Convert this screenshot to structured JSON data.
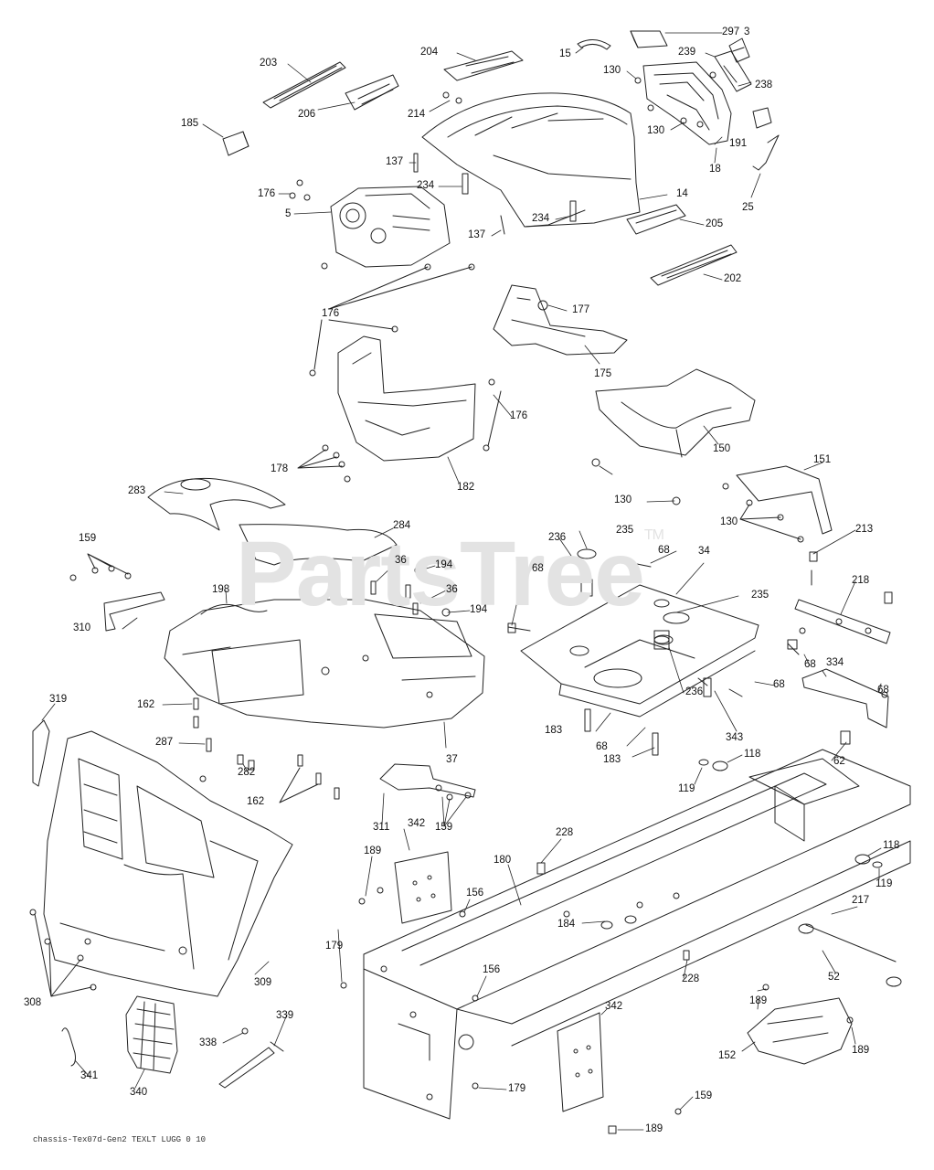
{
  "watermark": {
    "text": "PartsTree",
    "trademark": "TM"
  },
  "footer": {
    "code": "chassis-Tex07d-Gen2 TEXLT LUGG 0 10"
  },
  "callouts": [
    {
      "id": "l-297",
      "text": "297"
    },
    {
      "id": "l-3",
      "text": "3"
    },
    {
      "id": "l-15",
      "text": "15"
    },
    {
      "id": "l-204",
      "text": "204"
    },
    {
      "id": "l-203",
      "text": "203"
    },
    {
      "id": "l-239",
      "text": "239"
    },
    {
      "id": "l-130a",
      "text": "130"
    },
    {
      "id": "l-238",
      "text": "238"
    },
    {
      "id": "l-206",
      "text": "206"
    },
    {
      "id": "l-214",
      "text": "214"
    },
    {
      "id": "l-185",
      "text": "185"
    },
    {
      "id": "l-130b",
      "text": "130"
    },
    {
      "id": "l-191",
      "text": "191"
    },
    {
      "id": "l-18",
      "text": "18"
    },
    {
      "id": "l-137a",
      "text": "137"
    },
    {
      "id": "l-176a",
      "text": "176"
    },
    {
      "id": "l-234a",
      "text": "234"
    },
    {
      "id": "l-14",
      "text": "14"
    },
    {
      "id": "l-25",
      "text": "25"
    },
    {
      "id": "l-5",
      "text": "5"
    },
    {
      "id": "l-137b",
      "text": "137"
    },
    {
      "id": "l-234b",
      "text": "234"
    },
    {
      "id": "l-205",
      "text": "205"
    },
    {
      "id": "l-202",
      "text": "202"
    },
    {
      "id": "l-177",
      "text": "177"
    },
    {
      "id": "l-176b",
      "text": "176"
    },
    {
      "id": "l-175",
      "text": "175"
    },
    {
      "id": "l-176c",
      "text": "176"
    },
    {
      "id": "l-150",
      "text": "150"
    },
    {
      "id": "l-151",
      "text": "151"
    },
    {
      "id": "l-178",
      "text": "178"
    },
    {
      "id": "l-182",
      "text": "182"
    },
    {
      "id": "l-130c",
      "text": "130"
    },
    {
      "id": "l-130d",
      "text": "130"
    },
    {
      "id": "l-283",
      "text": "283"
    },
    {
      "id": "l-284",
      "text": "284"
    },
    {
      "id": "l-235a",
      "text": "235"
    },
    {
      "id": "l-213",
      "text": "213"
    },
    {
      "id": "l-159a",
      "text": "159"
    },
    {
      "id": "l-236a",
      "text": "236"
    },
    {
      "id": "l-68a",
      "text": "68"
    },
    {
      "id": "l-34",
      "text": "34"
    },
    {
      "id": "l-36a",
      "text": "36"
    },
    {
      "id": "l-194a",
      "text": "194"
    },
    {
      "id": "l-218",
      "text": "218"
    },
    {
      "id": "l-198",
      "text": "198"
    },
    {
      "id": "l-68b",
      "text": "68"
    },
    {
      "id": "l-36b",
      "text": "36"
    },
    {
      "id": "l-235b",
      "text": "235"
    },
    {
      "id": "l-194b",
      "text": "194"
    },
    {
      "id": "l-310",
      "text": "310"
    },
    {
      "id": "l-68c",
      "text": "68"
    },
    {
      "id": "l-334",
      "text": "334"
    },
    {
      "id": "l-68d",
      "text": "68"
    },
    {
      "id": "l-68e",
      "text": "68"
    },
    {
      "id": "l-319",
      "text": "319"
    },
    {
      "id": "l-162a",
      "text": "162"
    },
    {
      "id": "l-236b",
      "text": "236"
    },
    {
      "id": "l-183a",
      "text": "183"
    },
    {
      "id": "l-287",
      "text": "287"
    },
    {
      "id": "l-343",
      "text": "343"
    },
    {
      "id": "l-68f",
      "text": "68"
    },
    {
      "id": "l-37",
      "text": "37"
    },
    {
      "id": "l-118a",
      "text": "118"
    },
    {
      "id": "l-62",
      "text": "62"
    },
    {
      "id": "l-183b",
      "text": "183"
    },
    {
      "id": "l-282",
      "text": "282"
    },
    {
      "id": "l-119a",
      "text": "119"
    },
    {
      "id": "l-162b",
      "text": "162"
    },
    {
      "id": "l-311",
      "text": "311"
    },
    {
      "id": "l-342a",
      "text": "342"
    },
    {
      "id": "l-159b",
      "text": "159"
    },
    {
      "id": "l-228a",
      "text": "228"
    },
    {
      "id": "l-118b",
      "text": "118"
    },
    {
      "id": "l-189a",
      "text": "189"
    },
    {
      "id": "l-180",
      "text": "180"
    },
    {
      "id": "l-119b",
      "text": "119"
    },
    {
      "id": "l-156a",
      "text": "156"
    },
    {
      "id": "l-217",
      "text": "217"
    },
    {
      "id": "l-184",
      "text": "184"
    },
    {
      "id": "l-179a",
      "text": "179"
    },
    {
      "id": "l-156b",
      "text": "156"
    },
    {
      "id": "l-52",
      "text": "52"
    },
    {
      "id": "l-228b",
      "text": "228"
    },
    {
      "id": "l-308",
      "text": "308"
    },
    {
      "id": "l-309",
      "text": "309"
    },
    {
      "id": "l-189b",
      "text": "189"
    },
    {
      "id": "l-342b",
      "text": "342"
    },
    {
      "id": "l-339",
      "text": "339"
    },
    {
      "id": "l-338",
      "text": "338"
    },
    {
      "id": "l-189c",
      "text": "189"
    },
    {
      "id": "l-152",
      "text": "152"
    },
    {
      "id": "l-341",
      "text": "341"
    },
    {
      "id": "l-179b",
      "text": "179"
    },
    {
      "id": "l-340",
      "text": "340"
    },
    {
      "id": "l-159c",
      "text": "159"
    },
    {
      "id": "l-189d",
      "text": "189"
    }
  ]
}
